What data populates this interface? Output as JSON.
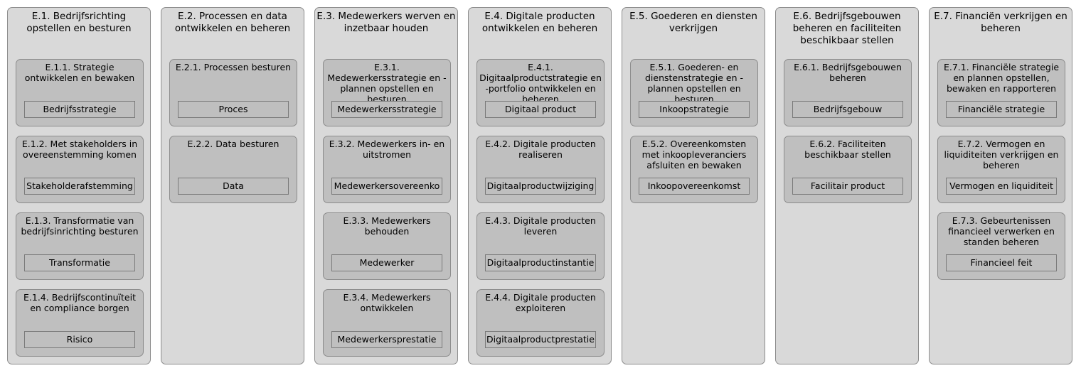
{
  "columns": [
    {
      "title": "E.1. Bedrijfsrichting opstellen en besturen",
      "cards": [
        {
          "title": "E.1.1. Strategie ontwikkelen en bewaken",
          "object": "Bedrijfsstrategie"
        },
        {
          "title": "E.1.2. Met stakeholders in overeenstemming komen",
          "object": "Stakeholderafstemming"
        },
        {
          "title": "E.1.3. Transformatie van bedrijfsinrichting besturen",
          "object": "Transformatie"
        },
        {
          "title": "E.1.4. Bedrijfscontinuïteit en compliance borgen",
          "object": "Risico"
        }
      ]
    },
    {
      "title": "E.2. Processen en data ontwikkelen en beheren",
      "cards": [
        {
          "title": "E.2.1. Processen besturen",
          "object": "Proces"
        },
        {
          "title": "E.2.2. Data besturen",
          "object": "Data"
        }
      ]
    },
    {
      "title": "E.3. Medewerkers werven en inzetbaar houden",
      "cards": [
        {
          "title": "E.3.1. Medewerkersstrategie en -plannen opstellen en besturen",
          "object": "Medewerkersstrategie"
        },
        {
          "title": "E.3.2. Medewerkers in- en uitstromen",
          "object": "Medewerkersovereenko"
        },
        {
          "title": "E.3.3. Medewerkers behouden",
          "object": "Medewerker"
        },
        {
          "title": "E.3.4. Medewerkers ontwikkelen",
          "object": "Medewerkersprestatie"
        }
      ]
    },
    {
      "title": "E.4. Digitale producten ontwikkelen en beheren",
      "cards": [
        {
          "title": "E.4.1. Digitaalproductstrategie en -portfolio ontwikkelen en beheren",
          "object": "Digitaal product"
        },
        {
          "title": "E.4.2. Digitale producten realiseren",
          "object": "Digitaalproductwijziging"
        },
        {
          "title": "E.4.3. Digitale producten leveren",
          "object": "Digitaalproductinstantie"
        },
        {
          "title": "E.4.4. Digitale producten exploiteren",
          "object": "Digitaalproductprestatie"
        }
      ]
    },
    {
      "title": "E.5. Goederen en diensten verkrijgen",
      "cards": [
        {
          "title": "E.5.1. Goederen- en dienstenstrategie en -plannen opstellen en besturen",
          "object": "Inkoopstrategie"
        },
        {
          "title": "E.5.2. Overeenkomsten met inkoopleveranciers afsluiten en bewaken",
          "object": "Inkoopovereenkomst"
        }
      ]
    },
    {
      "title": "E.6. Bedrijfsgebouwen beheren en faciliteiten beschikbaar stellen",
      "cards": [
        {
          "title": "E.6.1. Bedrijfsgebouwen beheren",
          "object": "Bedrijfsgebouw"
        },
        {
          "title": "E.6.2. Faciliteiten beschikbaar stellen",
          "object": "Facilitair product"
        }
      ]
    },
    {
      "title": "E.7. Financiën verkrijgen en beheren",
      "cards": [
        {
          "title": "E.7.1. Financiële strategie en plannen opstellen, bewaken en rapporteren",
          "object": "Financiële strategie"
        },
        {
          "title": "E.7.2. Vermogen en liquiditeiten verkrijgen en beheren",
          "object": "Vermogen en liquiditeit"
        },
        {
          "title": "E.7.3. Gebeurtenissen financieel verwerken en standen beheren",
          "object": "Financieel feit"
        }
      ]
    }
  ]
}
